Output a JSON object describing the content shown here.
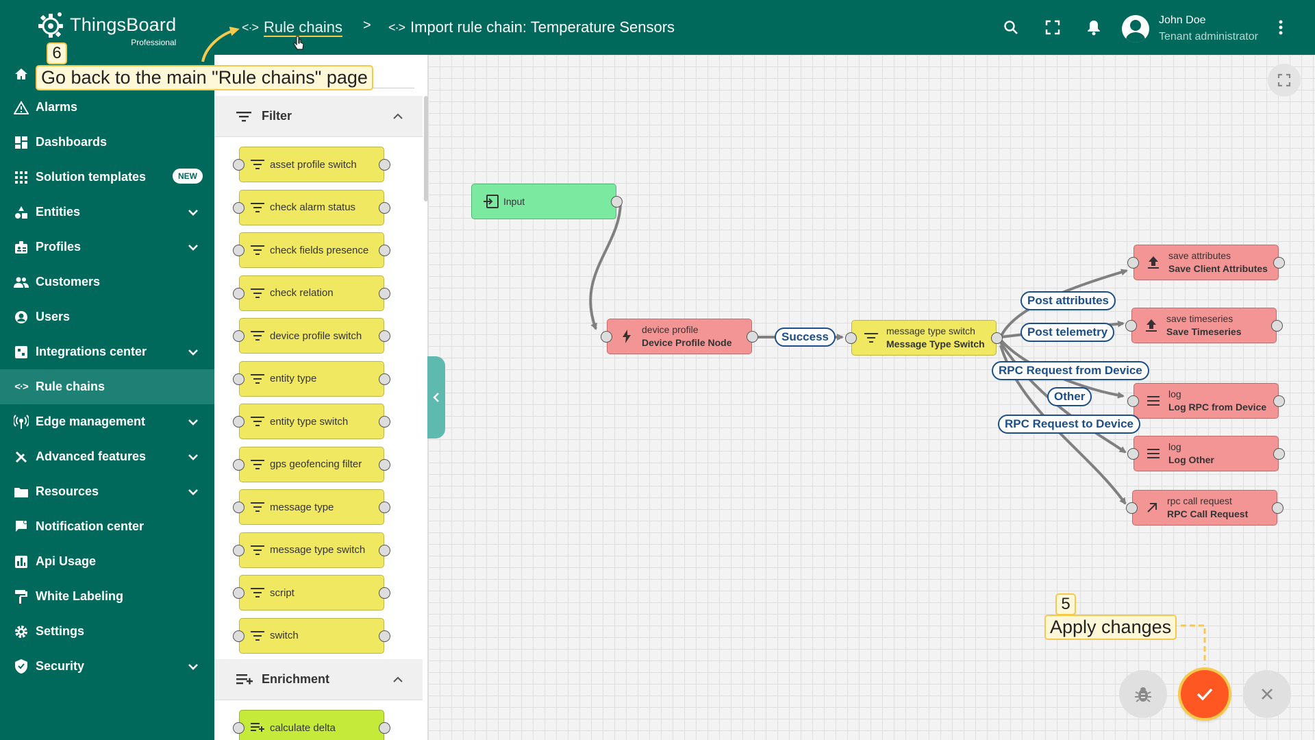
{
  "brand": {
    "name": "ThingsBoard",
    "edition": "Professional"
  },
  "breadcrumb": {
    "items": [
      {
        "icon": "<·>",
        "label": "Rule chains"
      },
      {
        "icon": "<·>",
        "label": "Import rule chain: Temperature Sensors"
      }
    ],
    "separator": ">"
  },
  "user": {
    "name": "John Doe",
    "role": "Tenant administrator"
  },
  "sidebar": {
    "items": [
      {
        "label": "Home"
      },
      {
        "label": "Alarms"
      },
      {
        "label": "Dashboards"
      },
      {
        "label": "Solution templates",
        "badge": "NEW"
      },
      {
        "label": "Entities"
      },
      {
        "label": "Profiles"
      },
      {
        "label": "Customers"
      },
      {
        "label": "Users"
      },
      {
        "label": "Integrations center"
      },
      {
        "label": "Rule chains"
      },
      {
        "label": "Edge management"
      },
      {
        "label": "Advanced features"
      },
      {
        "label": "Resources"
      },
      {
        "label": "Notification center"
      },
      {
        "label": "Api Usage"
      },
      {
        "label": "White Labeling"
      },
      {
        "label": "Settings"
      },
      {
        "label": "Security"
      }
    ]
  },
  "library": {
    "filter_title": "Filter",
    "filter_nodes": [
      "asset profile switch",
      "check alarm status",
      "check fields presence",
      "check relation",
      "device profile switch",
      "entity type",
      "entity type switch",
      "gps geofencing filter",
      "message type",
      "message type switch",
      "script",
      "switch"
    ],
    "enrichment_title": "Enrichment",
    "enrichment_nodes": [
      "calculate delta"
    ]
  },
  "canvas": {
    "nodes": {
      "input": {
        "title": "Input"
      },
      "device_profile": {
        "type": "device profile",
        "name": "Device Profile Node"
      },
      "msg_switch": {
        "type": "message type switch",
        "name": "Message Type Switch"
      },
      "save_attr": {
        "type": "save attributes",
        "name": "Save Client Attributes"
      },
      "save_ts": {
        "type": "save timeseries",
        "name": "Save Timeseries"
      },
      "log_rpc": {
        "type": "log",
        "name": "Log RPC from Device"
      },
      "log_other": {
        "type": "log",
        "name": "Log Other"
      },
      "rpc_call": {
        "type": "rpc call request",
        "name": "RPC Call Request"
      }
    },
    "edge_labels": {
      "success": "Success",
      "post_attributes": "Post attributes",
      "post_telemetry": "Post telemetry",
      "rpc_from_device": "RPC Request from Device",
      "other": "Other",
      "rpc_to_device": "RPC Request to Device"
    }
  },
  "callouts": {
    "step6": {
      "num": "6",
      "text": "Go back to the main \"Rule chains\" page"
    },
    "step5": {
      "num": "5",
      "text": "Apply changes"
    }
  },
  "colors": {
    "primary": "#00695c",
    "node_filter": "#f1e861",
    "node_action": "#f49595",
    "node_input": "#7be99f",
    "apply": "#ff5722",
    "callout_border": "#f6c84c"
  }
}
